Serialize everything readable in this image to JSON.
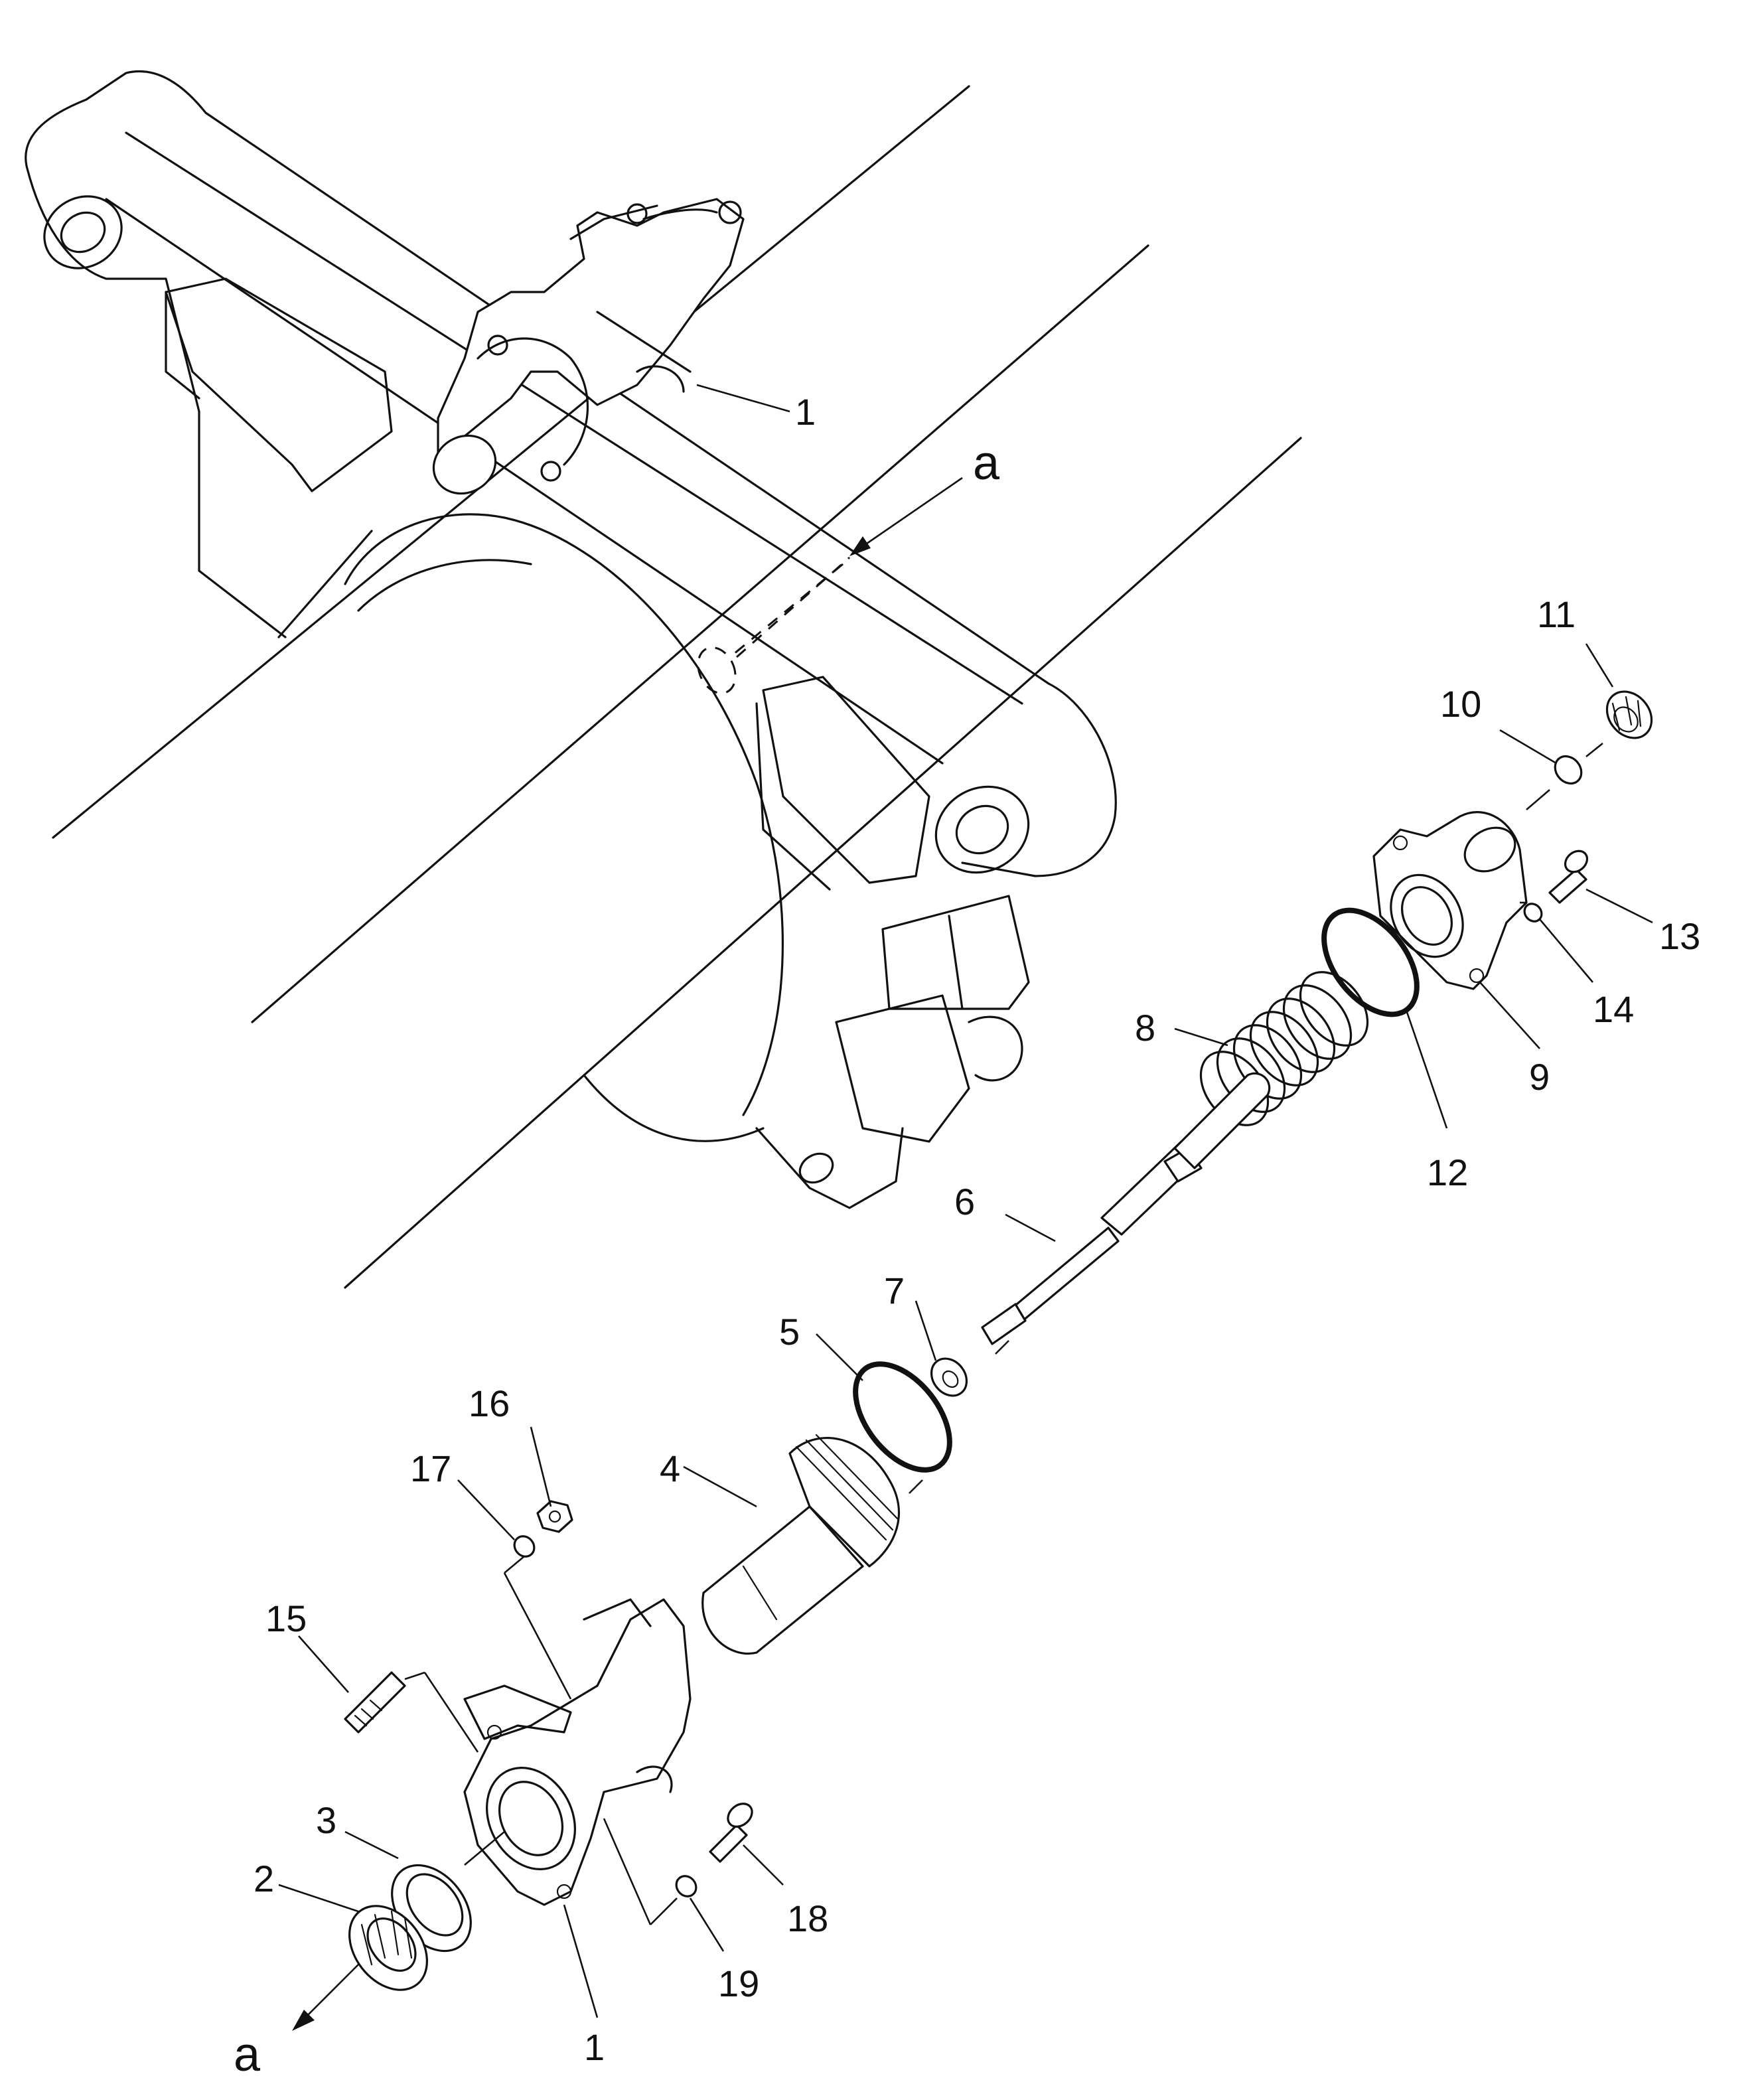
{
  "title": "",
  "callouts": {
    "c1_top": "1",
    "c1_bottom": "1",
    "c2": "2",
    "c3": "3",
    "c4": "4",
    "c5": "5",
    "c6": "6",
    "c7": "7",
    "c8": "8",
    "c9": "9",
    "c10": "10",
    "c11": "11",
    "c12": "12",
    "c13": "13",
    "c14": "14",
    "c15": "15",
    "c16": "16",
    "c17": "17",
    "c18": "18",
    "c19": "19",
    "a_top": "a",
    "a_bottom": "a"
  }
}
